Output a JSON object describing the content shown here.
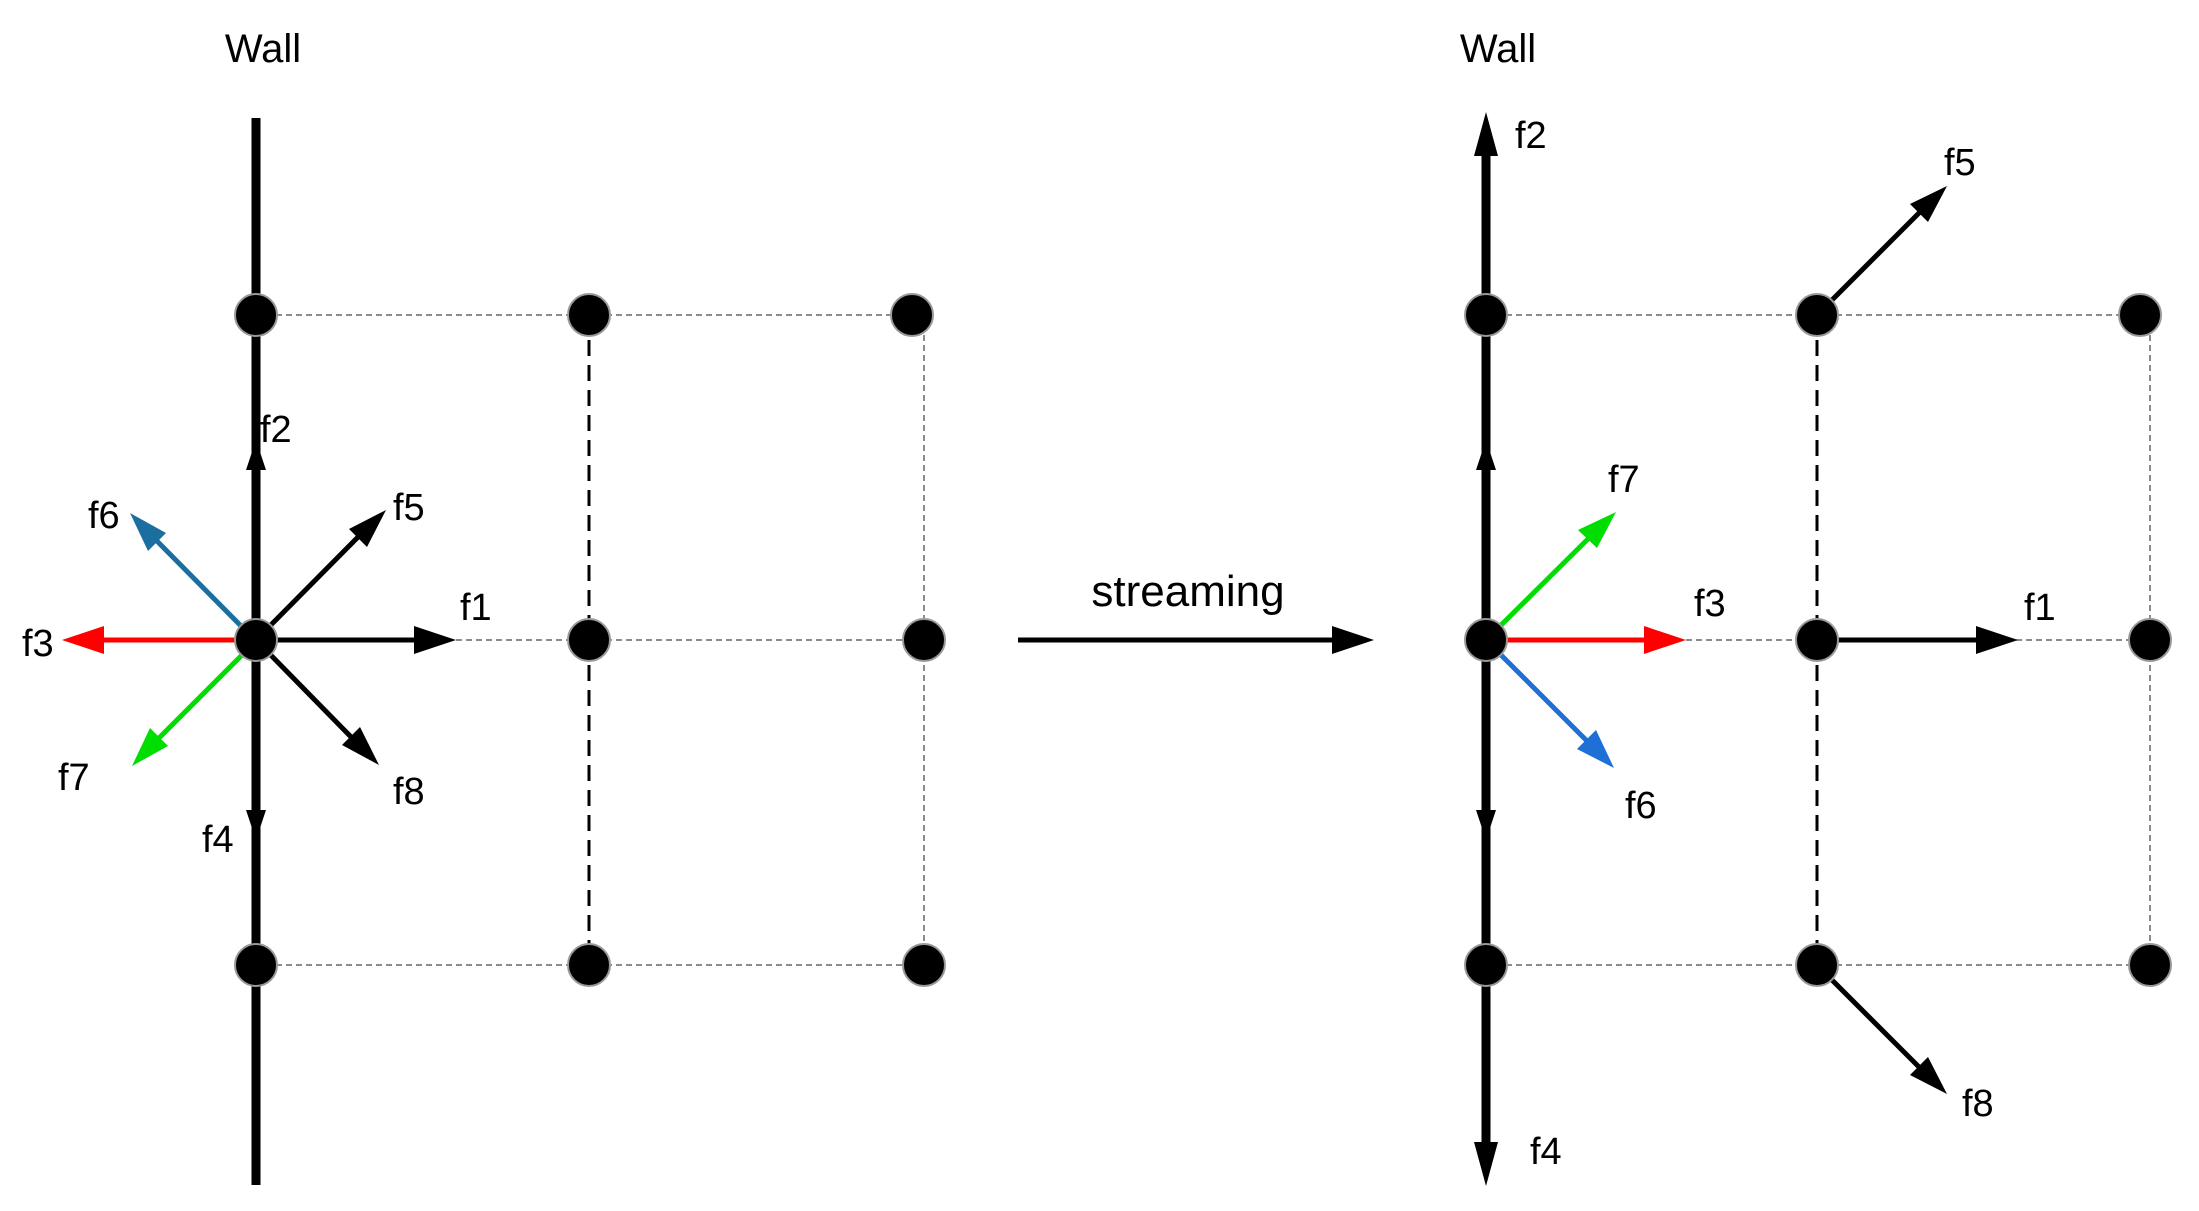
{
  "colors": {
    "black": "#000000",
    "red": "#ff0000",
    "green": "#00dd00",
    "teal_blue": "#1a6fa0",
    "blue": "#1e6fd6",
    "grid_gray": "#666666",
    "node_stroke": "#999999"
  },
  "left_panel": {
    "wall_label": "Wall",
    "labels": {
      "f1": "f1",
      "f2": "f2",
      "f3": "f3",
      "f4": "f4",
      "f5": "f5",
      "f6": "f6",
      "f7": "f7",
      "f8": "f8"
    }
  },
  "middle": {
    "streaming_label": "streaming"
  },
  "right_panel": {
    "wall_label": "Wall",
    "labels": {
      "f1": "f1",
      "f2": "f2",
      "f3": "f3",
      "f4": "f4",
      "f5": "f5",
      "f6": "f6",
      "f7": "f7",
      "f8": "f8"
    }
  }
}
